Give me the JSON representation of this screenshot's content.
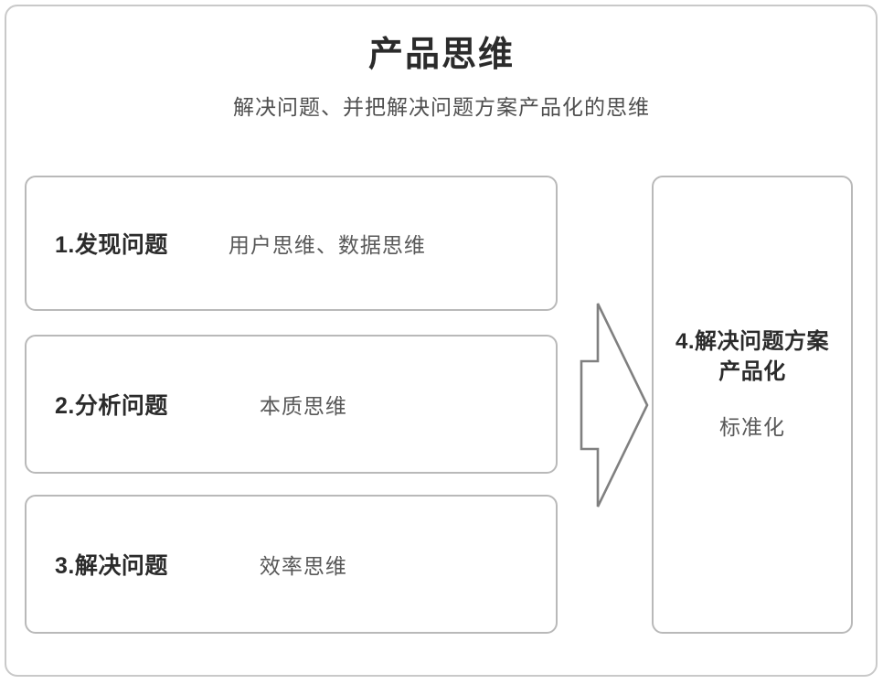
{
  "header": {
    "title": "产品思维",
    "subtitle": "解决问题、并把解决问题方案产品化的思维"
  },
  "steps": [
    {
      "title": "1.发现问题",
      "desc": "用户思维、数据思维"
    },
    {
      "title": "2.分析问题",
      "desc": "本质思维"
    },
    {
      "title": "3.解决问题",
      "desc": "效率思维"
    }
  ],
  "arrow": {
    "icon": "right-arrow-outline-icon",
    "stroke_color": "#808080"
  },
  "outcome": {
    "title_line1": "4.解决问题方案",
    "title_line2": "产品化",
    "desc": "标准化"
  },
  "colors": {
    "background": "#ffffff",
    "outer_border": "#c9c9c9",
    "card_border": "#b9b9b9",
    "title_text": "#2b2b2b",
    "secondary_text": "#585858"
  }
}
